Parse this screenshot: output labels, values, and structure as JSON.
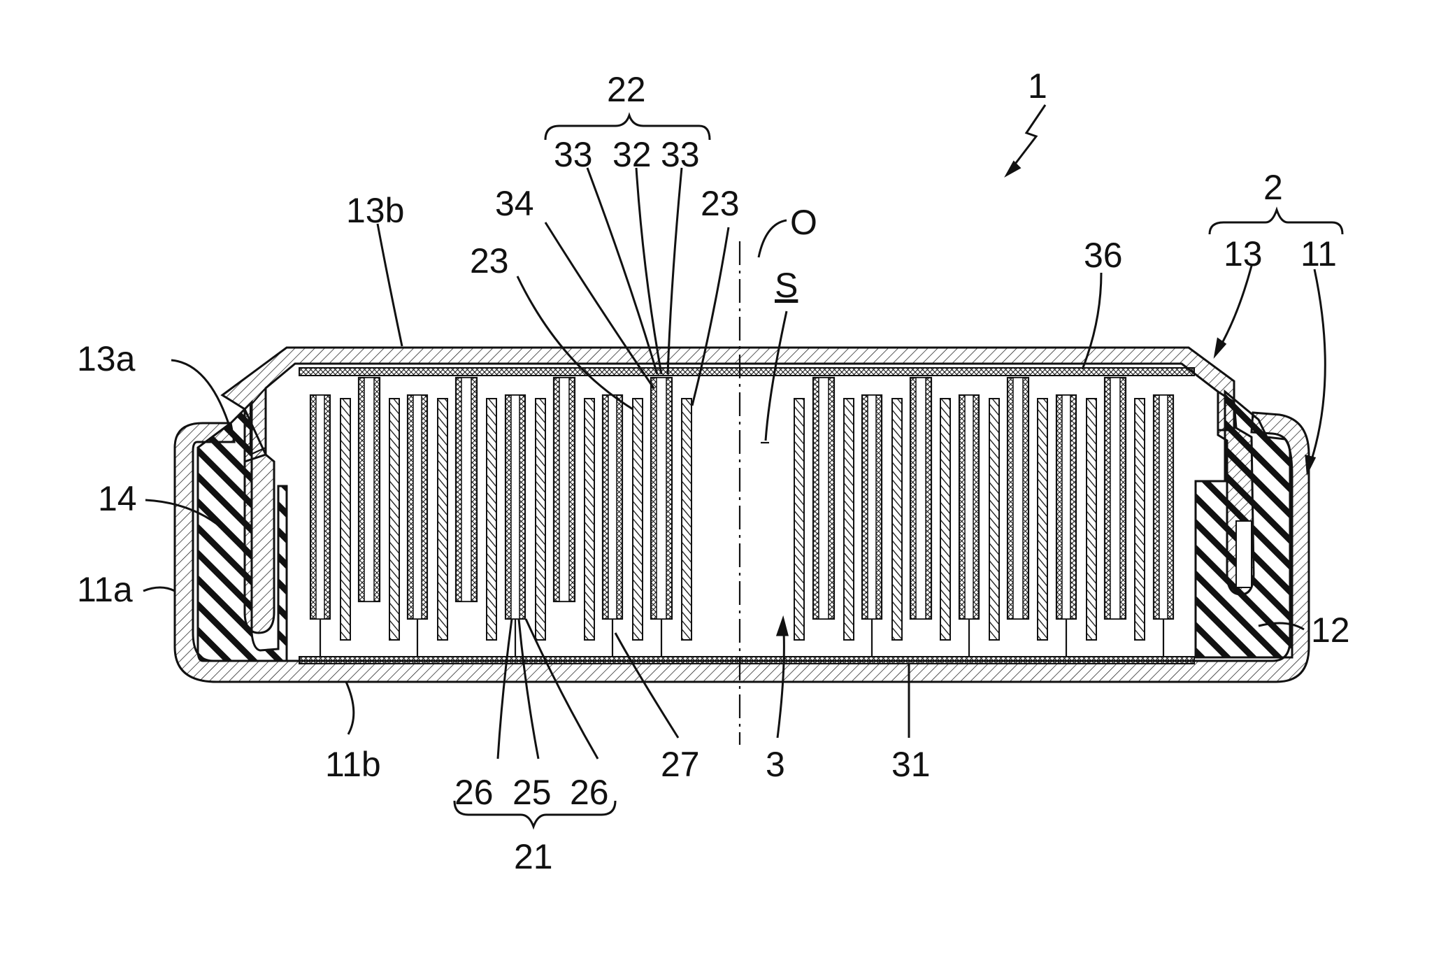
{
  "labels": {
    "l1": "1",
    "l2": "2",
    "l3": "3",
    "l11": "11",
    "l11a": "11a",
    "l11b": "11b",
    "l12": "12",
    "l13": "13",
    "l13a": "13a",
    "l13b": "13b",
    "l14": "14",
    "l21": "21",
    "l22": "22",
    "l23a": "23",
    "l23b": "23",
    "l25": "25",
    "l26a": "26",
    "l26b": "26",
    "l27": "27",
    "l31": "31",
    "l32": "32",
    "l33a": "33",
    "l33b": "33",
    "l34": "34",
    "l36": "36",
    "lO": "O",
    "lS": "S"
  },
  "colors": {
    "line": "#111111",
    "background": "#ffffff"
  }
}
